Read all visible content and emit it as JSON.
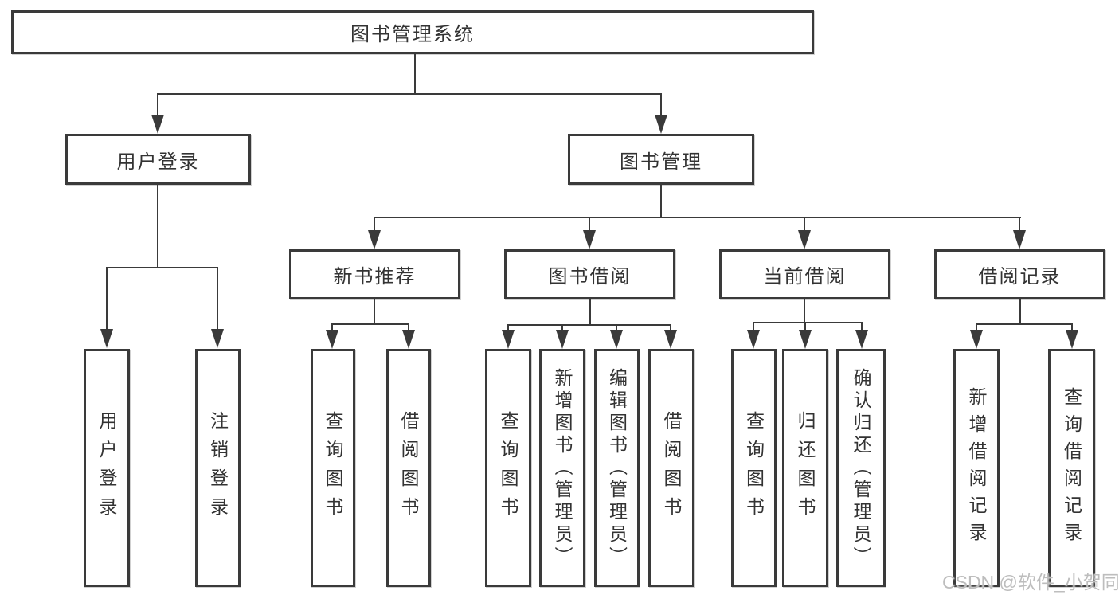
{
  "diagram": {
    "root": {
      "label": "图书管理系统"
    },
    "level2": {
      "user_login": {
        "label": "用户登录"
      },
      "book_management": {
        "label": "图书管理"
      }
    },
    "level3": {
      "new_book_recommend": {
        "label": "新书推荐"
      },
      "book_borrow": {
        "label": "图书借阅"
      },
      "current_borrow": {
        "label": "当前借阅"
      },
      "borrow_record": {
        "label": "借阅记录"
      }
    },
    "leaves": {
      "user_login_1": {
        "label": "用户登录"
      },
      "user_login_2": {
        "label": "注销登录"
      },
      "new_book_1": {
        "label": "查询图书"
      },
      "new_book_2": {
        "label": "借阅图书"
      },
      "book_borrow_1": {
        "label": "查询图书"
      },
      "book_borrow_2": {
        "label": "新增图书（管理员）"
      },
      "book_borrow_3": {
        "label": "编辑图书（管理员）"
      },
      "book_borrow_4": {
        "label": "借阅图书"
      },
      "current_borrow_1": {
        "label": "查询图书"
      },
      "current_borrow_2": {
        "label": "归还图书"
      },
      "current_borrow_3": {
        "label": "确认归还（管理员）"
      },
      "borrow_record_1": {
        "label": "新增借阅记录"
      },
      "borrow_record_2": {
        "label": "查询借阅记录"
      }
    },
    "watermark": "CSDN @软件_小贺同学",
    "colors": {
      "line": "#3a3a3a",
      "text": "#333333",
      "watermark": "#bdbdbd",
      "background": "#ffffff"
    }
  }
}
